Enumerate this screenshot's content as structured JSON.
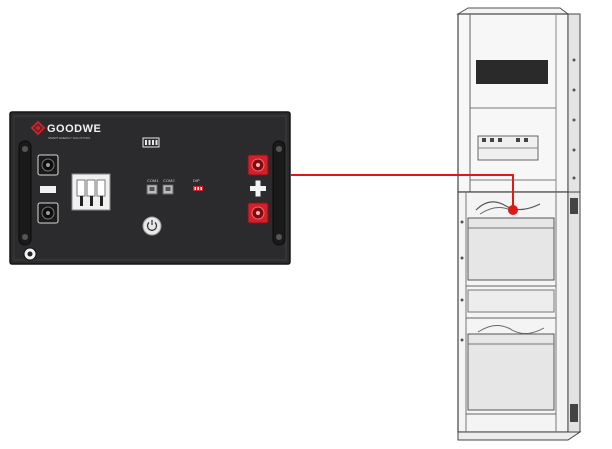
{
  "battery": {
    "brand": "GOODWE",
    "tagline": "SMART ENERGY SOLUTIONS",
    "com1_label": "COM1",
    "com2_label": "COM2",
    "dip_label": "DIP",
    "minus_symbol": "−",
    "plus_symbol": "+"
  },
  "colors": {
    "panel": "#2b2b2d",
    "brand_red": "#d0202a",
    "cable": "#e01818",
    "cabinet": "#eeeeee",
    "outline": "#555555"
  }
}
